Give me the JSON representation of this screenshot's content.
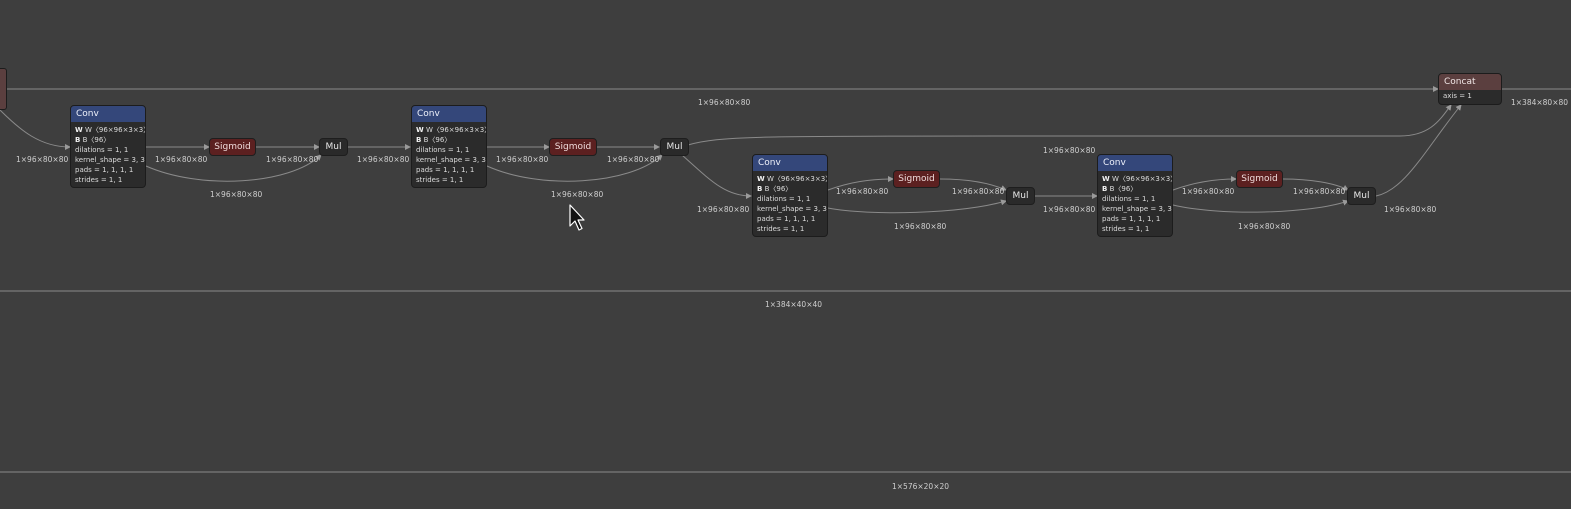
{
  "graph": {
    "nodes": [
      {
        "id": "conv1",
        "op": "Conv",
        "attrs": [
          "W〈96×96×3×3〉",
          "B〈96〉",
          "dilations = 1, 1",
          "kernel_shape = 3, 3",
          "pads = 1, 1, 1, 1",
          "strides = 1, 1"
        ]
      },
      {
        "id": "sig1",
        "op": "Sigmoid"
      },
      {
        "id": "mul1",
        "op": "Mul"
      },
      {
        "id": "conv2",
        "op": "Conv",
        "attrs": [
          "W〈96×96×3×3〉",
          "B〈96〉",
          "dilations = 1, 1",
          "kernel_shape = 3, 3",
          "pads = 1, 1, 1, 1",
          "strides = 1, 1"
        ]
      },
      {
        "id": "sig2",
        "op": "Sigmoid"
      },
      {
        "id": "mul2",
        "op": "Mul"
      },
      {
        "id": "conv3",
        "op": "Conv",
        "attrs": [
          "W〈96×96×3×3〉",
          "B〈96〉",
          "dilations = 1, 1",
          "kernel_shape = 3, 3",
          "pads = 1, 1, 1, 1",
          "strides = 1, 1"
        ]
      },
      {
        "id": "sig3",
        "op": "Sigmoid"
      },
      {
        "id": "mul3",
        "op": "Mul"
      },
      {
        "id": "conv4",
        "op": "Conv",
        "attrs": [
          "W〈96×96×3×3〉",
          "B〈96〉",
          "dilations = 1, 1",
          "kernel_shape = 3, 3",
          "pads = 1, 1, 1, 1",
          "strides = 1, 1"
        ]
      },
      {
        "id": "sig4",
        "op": "Sigmoid"
      },
      {
        "id": "mul4",
        "op": "Mul"
      },
      {
        "id": "concat",
        "op": "Concat",
        "attrs": [
          "axis = 1"
        ]
      }
    ],
    "edge_labels": [
      "1×96×80×80",
      "1×96×80×80",
      "1×96×80×80",
      "1×96×80×80",
      "1×96×80×80",
      "1×96×80×80",
      "1×96×80×80",
      "1×96×80×80",
      "1×96×80×80",
      "1×96×80×80",
      "1×96×80×80",
      "1×96×80×80",
      "1×96×80×80",
      "1×96×80×80",
      "1×96×80×80",
      "1×96×80×80",
      "1×96×80×80",
      "1×96×80×80",
      "1×96×80×80",
      "1×384×80×80",
      "1×384×40×40",
      "1×576×20×20"
    ]
  },
  "colors": {
    "background": "#3e3e3e",
    "conv_header": "#34477a",
    "sigmoid": "#5c2020",
    "concat_header": "#5b3f3f",
    "edge": "#8a8a8a"
  }
}
